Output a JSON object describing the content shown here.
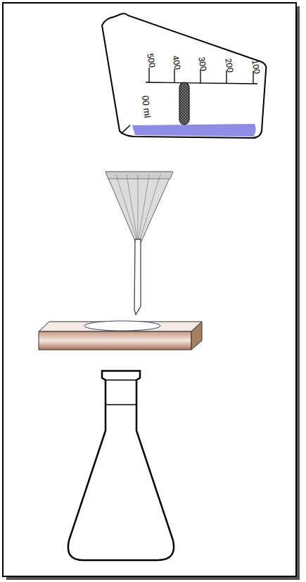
{
  "diagram": {
    "labels": [
      "500",
      "400",
      "300",
      "200",
      "100",
      "00 ml"
    ]
  }
}
